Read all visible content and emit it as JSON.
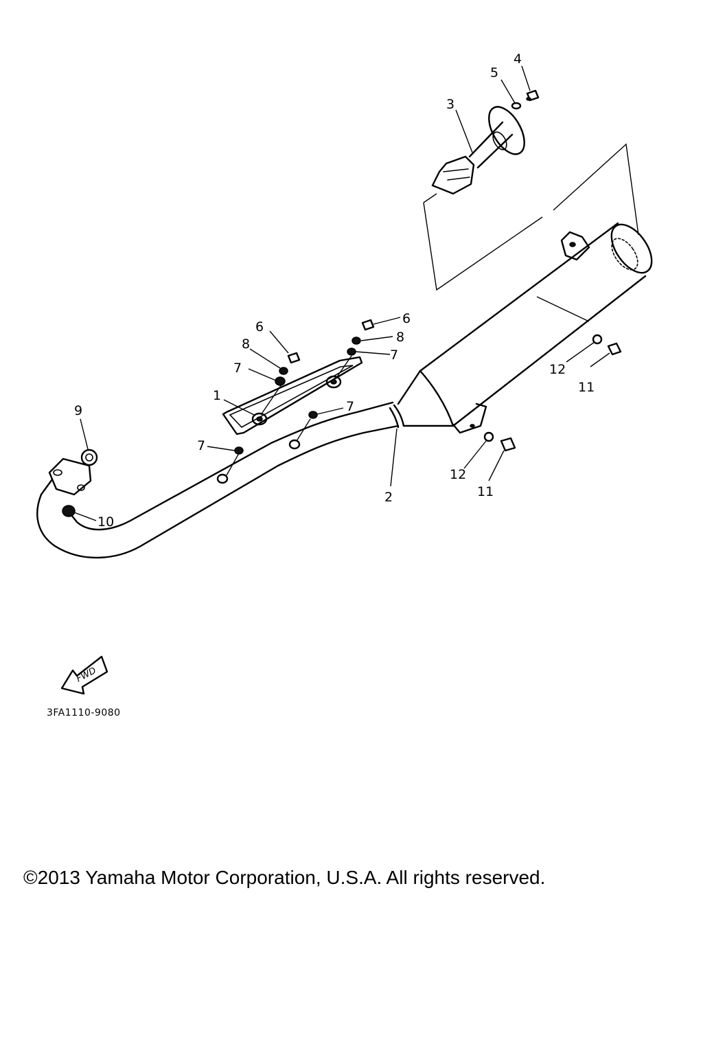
{
  "diagram": {
    "callouts": [
      {
        "id": "1",
        "label": "1"
      },
      {
        "id": "2",
        "label": "2"
      },
      {
        "id": "3",
        "label": "3"
      },
      {
        "id": "4",
        "label": "4"
      },
      {
        "id": "5",
        "label": "5"
      },
      {
        "id": "6a",
        "label": "6"
      },
      {
        "id": "6b",
        "label": "6"
      },
      {
        "id": "7a",
        "label": "7"
      },
      {
        "id": "7b",
        "label": "7"
      },
      {
        "id": "7c",
        "label": "7"
      },
      {
        "id": "7d",
        "label": "7"
      },
      {
        "id": "8a",
        "label": "8"
      },
      {
        "id": "8b",
        "label": "8"
      },
      {
        "id": "9",
        "label": "9"
      },
      {
        "id": "10",
        "label": "10"
      },
      {
        "id": "11a",
        "label": "11"
      },
      {
        "id": "11b",
        "label": "11"
      },
      {
        "id": "12a",
        "label": "12"
      },
      {
        "id": "12b",
        "label": "12"
      }
    ],
    "direction_label": "FWD",
    "reference_code": "3FA1110-9080"
  },
  "footer": {
    "copyright": "©2013 Yamaha Motor Corporation, U.S.A. All rights reserved."
  }
}
